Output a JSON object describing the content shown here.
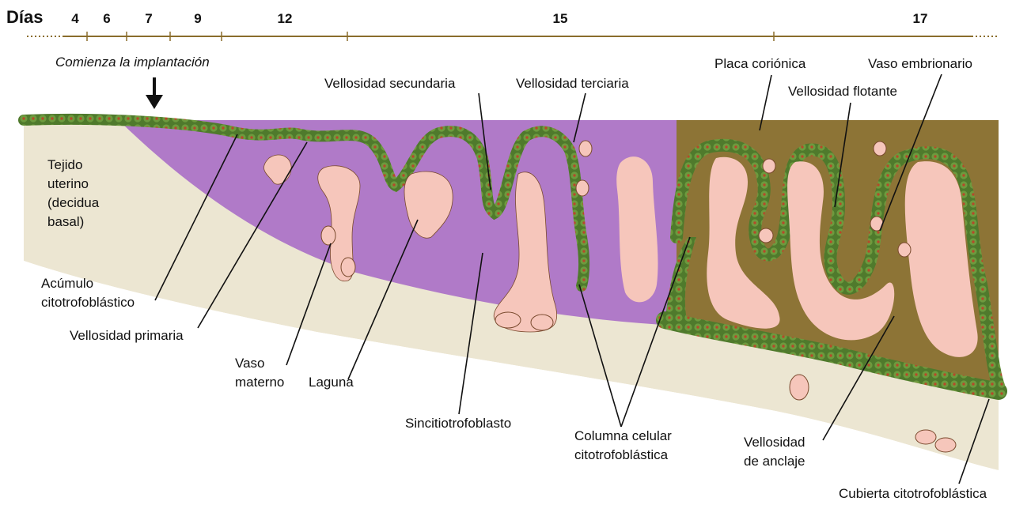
{
  "timeline": {
    "title": "Días",
    "days": [
      "4",
      "6",
      "7",
      "9",
      "12",
      "15",
      "17"
    ],
    "note": "Comienza la implantación"
  },
  "labels": {
    "tejido": [
      "Tejido",
      "uterino",
      "(decidua",
      "basal)"
    ],
    "acumulo": [
      "Acúmulo",
      "citotrofoblástico"
    ],
    "vellosidad_primaria": "Vellosidad primaria",
    "vaso_materno": [
      "Vaso",
      "materno"
    ],
    "laguna": "Laguna",
    "sincitio": "Sincitiotrofoblasto",
    "vellosidad_secundaria": "Vellosidad secundaria",
    "vellosidad_terciaria": "Vellosidad terciaria",
    "columna": [
      "Columna celular",
      "citotrofoblástica"
    ],
    "placa": "Placa coriónica",
    "vellosidad_flotante": "Vellosidad flotante",
    "vaso_embrionario": "Vaso embrionario",
    "vellosidad_anclaje": [
      "Vellosidad",
      "de anclaje"
    ],
    "cubierta": "Cubierta citotrofoblástica"
  },
  "colors": {
    "axis": "#8a6d2c",
    "tissue": "#ece6d2",
    "syncytio": "#b07ac8",
    "chorion": "#8d7436",
    "cell": "#4f7a2c",
    "lumen": "#f6c6bb"
  }
}
